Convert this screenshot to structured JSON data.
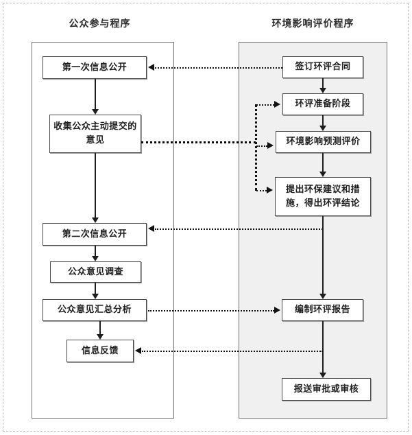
{
  "diagram": {
    "title_left": "公众参与程序",
    "title_right": "环境影响评价程序",
    "left_lane": {
      "name": "公众参与程序",
      "nodes": [
        {
          "id": "pub-first-disclosure",
          "label": "第一次信息公开"
        },
        {
          "id": "collect-opinions",
          "label": "收集公众主动提交的意见"
        },
        {
          "id": "pub-second-disclosure",
          "label": "第二次信息公开"
        },
        {
          "id": "public-survey",
          "label": "公众意见调查"
        },
        {
          "id": "opinion-analysis",
          "label": "公众意见汇总分析"
        },
        {
          "id": "info-feedback",
          "label": "信息反馈"
        }
      ]
    },
    "right_lane": {
      "name": "环境影响评价程序",
      "nodes": [
        {
          "id": "sign-contract",
          "label": "签订环评合同"
        },
        {
          "id": "eia-preparation",
          "label": "环评准备阶段"
        },
        {
          "id": "impact-prediction",
          "label": "环境影响预测评价"
        },
        {
          "id": "recommendations",
          "label": "提出环保建议和措施，得出环评结论"
        },
        {
          "id": "compile-report",
          "label": "编制环评报告"
        },
        {
          "id": "submit-approval",
          "label": "报送审批或审核"
        }
      ]
    },
    "colors": {
      "right_lane_fill": "#f0f0f0",
      "node_border": "#4a4a4a",
      "connector": "#1d1d1d",
      "lane_border": "#6f6f6f"
    }
  }
}
